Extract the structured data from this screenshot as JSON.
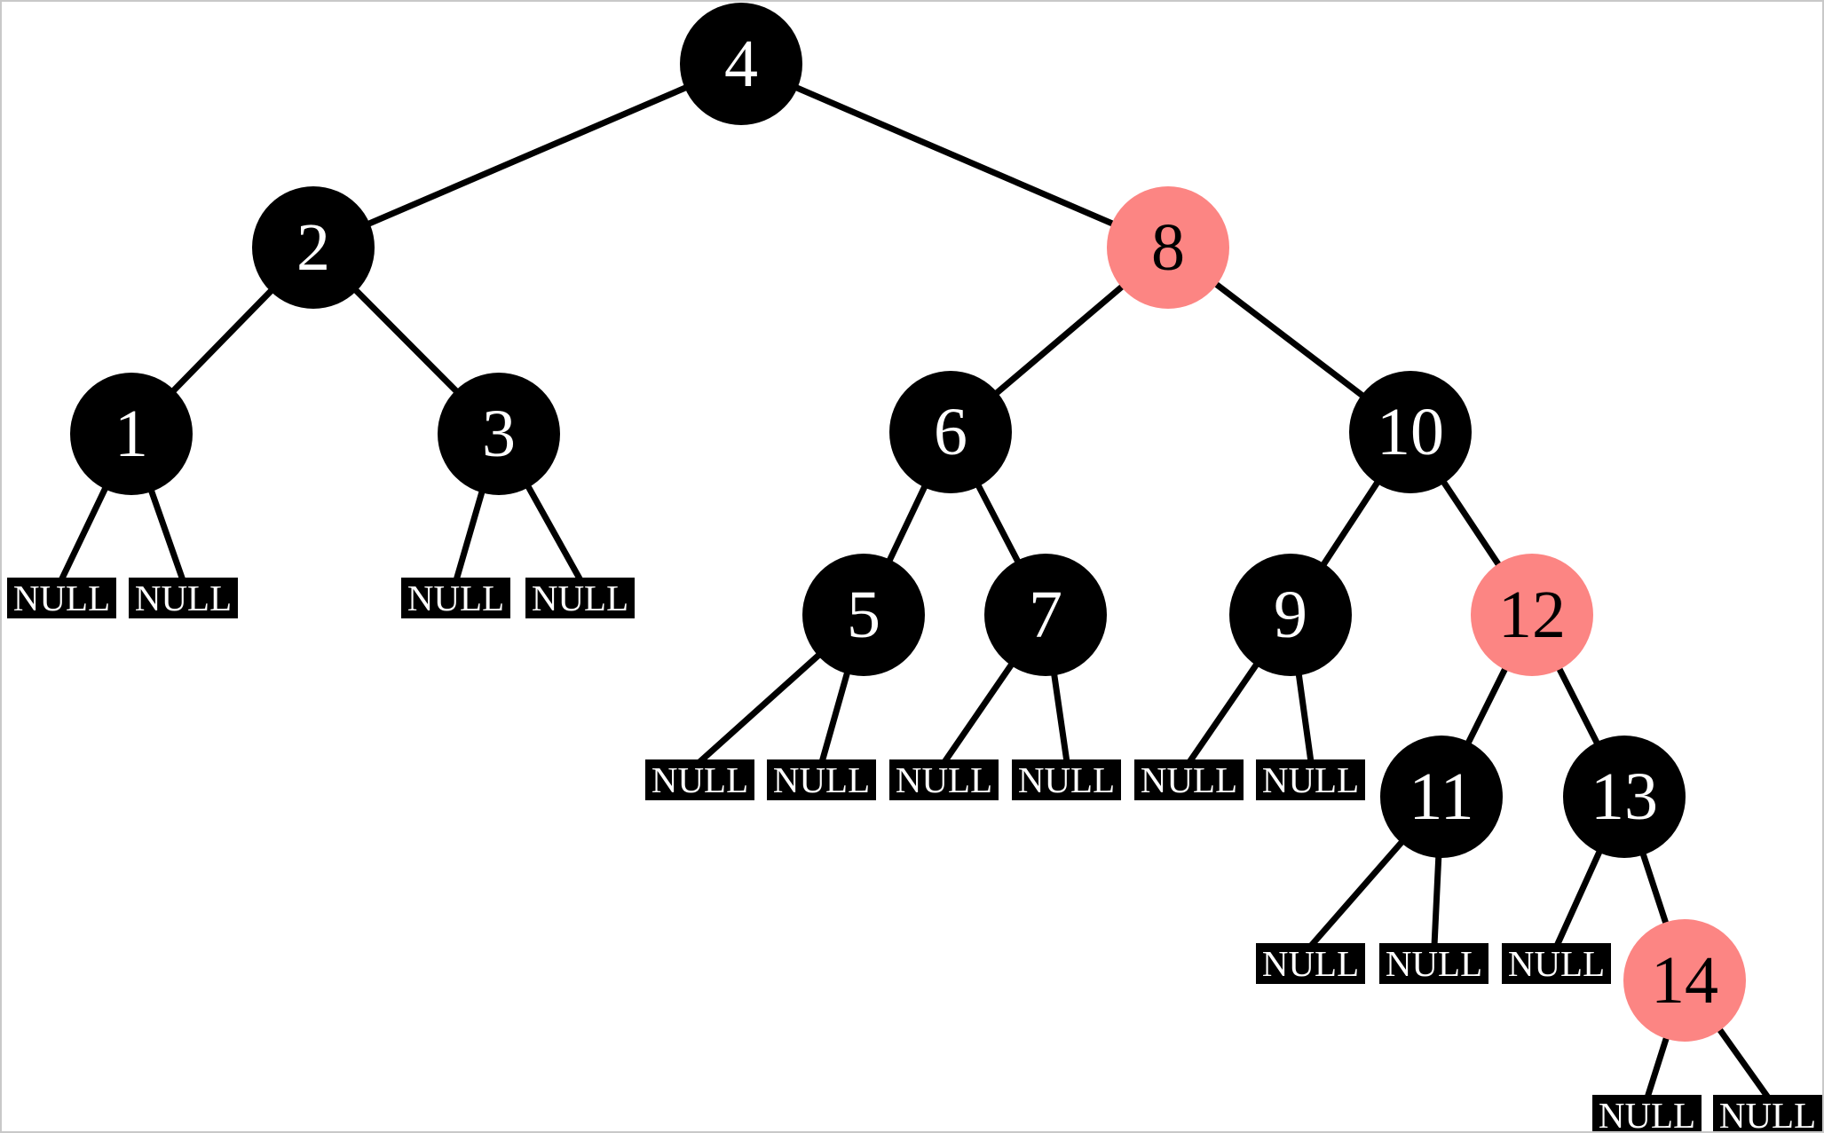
{
  "diagram": {
    "type": "red-black-tree",
    "null_label": "NULL",
    "colors": {
      "node-black": "#000000",
      "node-red": "#fc8583",
      "edge": "#000000",
      "node-text-on-black": "#ffffff",
      "node-text-on-red": "#000000",
      "null-bg": "#000000",
      "null-text": "#ffffff",
      "border": "#c8c8c8",
      "canvas-bg": "#ffffff"
    },
    "nodes": {
      "n1": {
        "label": "1",
        "color": "black"
      },
      "n2": {
        "label": "2",
        "color": "black"
      },
      "n3": {
        "label": "3",
        "color": "black"
      },
      "n4": {
        "label": "4",
        "color": "black"
      },
      "n5": {
        "label": "5",
        "color": "black"
      },
      "n6": {
        "label": "6",
        "color": "black"
      },
      "n7": {
        "label": "7",
        "color": "black"
      },
      "n8": {
        "label": "8",
        "color": "red"
      },
      "n9": {
        "label": "9",
        "color": "black"
      },
      "n10": {
        "label": "10",
        "color": "black"
      },
      "n11": {
        "label": "11",
        "color": "black"
      },
      "n12": {
        "label": "12",
        "color": "red"
      },
      "n13": {
        "label": "13",
        "color": "black"
      },
      "n14": {
        "label": "14",
        "color": "red"
      }
    },
    "root": "4",
    "edges": [
      {
        "from": "4",
        "to": "2"
      },
      {
        "from": "4",
        "to": "8"
      },
      {
        "from": "2",
        "to": "1"
      },
      {
        "from": "2",
        "to": "3"
      },
      {
        "from": "8",
        "to": "6"
      },
      {
        "from": "8",
        "to": "10"
      },
      {
        "from": "1",
        "to": "NULL"
      },
      {
        "from": "1",
        "to": "NULL"
      },
      {
        "from": "3",
        "to": "NULL"
      },
      {
        "from": "3",
        "to": "NULL"
      },
      {
        "from": "6",
        "to": "5"
      },
      {
        "from": "6",
        "to": "7"
      },
      {
        "from": "10",
        "to": "9"
      },
      {
        "from": "10",
        "to": "12"
      },
      {
        "from": "5",
        "to": "NULL"
      },
      {
        "from": "5",
        "to": "NULL"
      },
      {
        "from": "7",
        "to": "NULL"
      },
      {
        "from": "7",
        "to": "NULL"
      },
      {
        "from": "9",
        "to": "NULL"
      },
      {
        "from": "9",
        "to": "NULL"
      },
      {
        "from": "12",
        "to": "11"
      },
      {
        "from": "12",
        "to": "13"
      },
      {
        "from": "11",
        "to": "NULL"
      },
      {
        "from": "11",
        "to": "NULL"
      },
      {
        "from": "13",
        "to": "NULL"
      },
      {
        "from": "13",
        "to": "14"
      },
      {
        "from": "14",
        "to": "NULL"
      },
      {
        "from": "14",
        "to": "NULL"
      }
    ]
  }
}
